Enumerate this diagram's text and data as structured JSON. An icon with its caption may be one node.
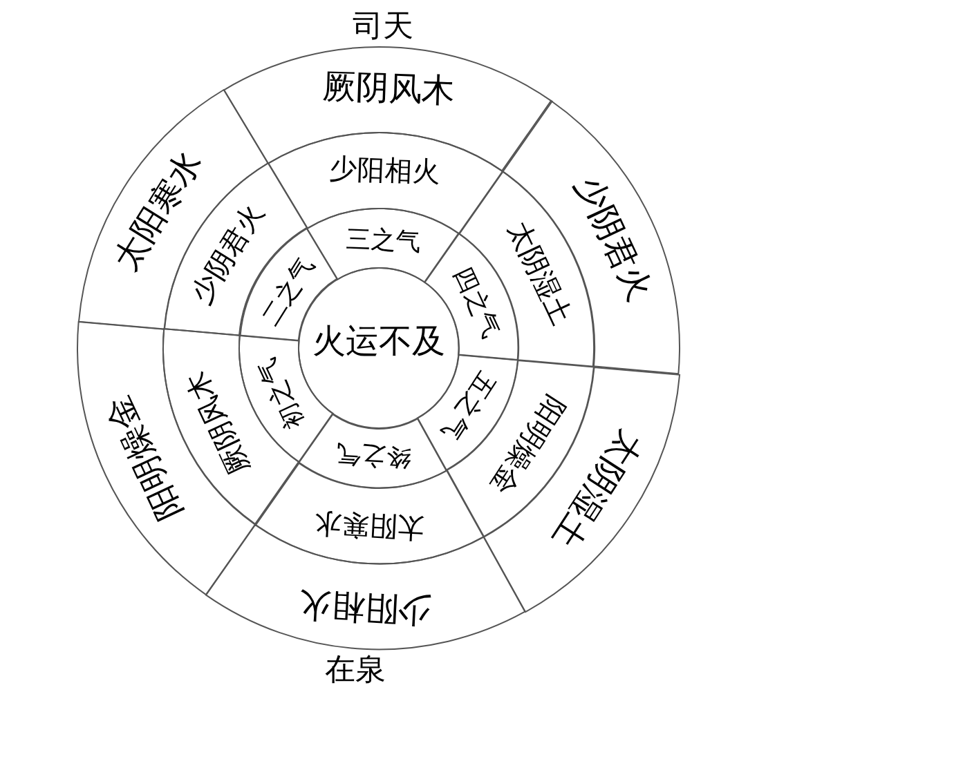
{
  "diagram": {
    "nodes": [
      {
        "text": [
          "火运不及"
        ]
      },
      {
        "text": [
          "三之气"
        ]
      },
      {
        "text": [
          "四之气"
        ]
      },
      {
        "text": [
          "五之气"
        ]
      },
      {
        "text": [
          "终之气"
        ]
      },
      {
        "text": [
          "初之气"
        ]
      },
      {
        "text": [
          "二之气"
        ]
      },
      {
        "text": [
          "少阳相火"
        ]
      },
      {
        "text": [
          "太阴湿土"
        ]
      },
      {
        "text": [
          "阳明燥金"
        ]
      },
      {
        "text": [
          "太阳寒水"
        ]
      },
      {
        "text": [
          "厥阴风木"
        ]
      },
      {
        "text": [
          "少阴君火"
        ]
      },
      {
        "text": [
          "厥阴风木"
        ],
        "beside": [
          "司天"
        ]
      },
      {
        "text": [
          "少阴君火"
        ]
      },
      {
        "text": [
          "太阴湿土"
        ]
      },
      {
        "text": [
          "少阳相火"
        ],
        "beside": [
          "在泉"
        ]
      },
      {
        "text": [
          "阳明燥金"
        ]
      },
      {
        "text": [
          "太阳寒水"
        ]
      }
    ]
  }
}
